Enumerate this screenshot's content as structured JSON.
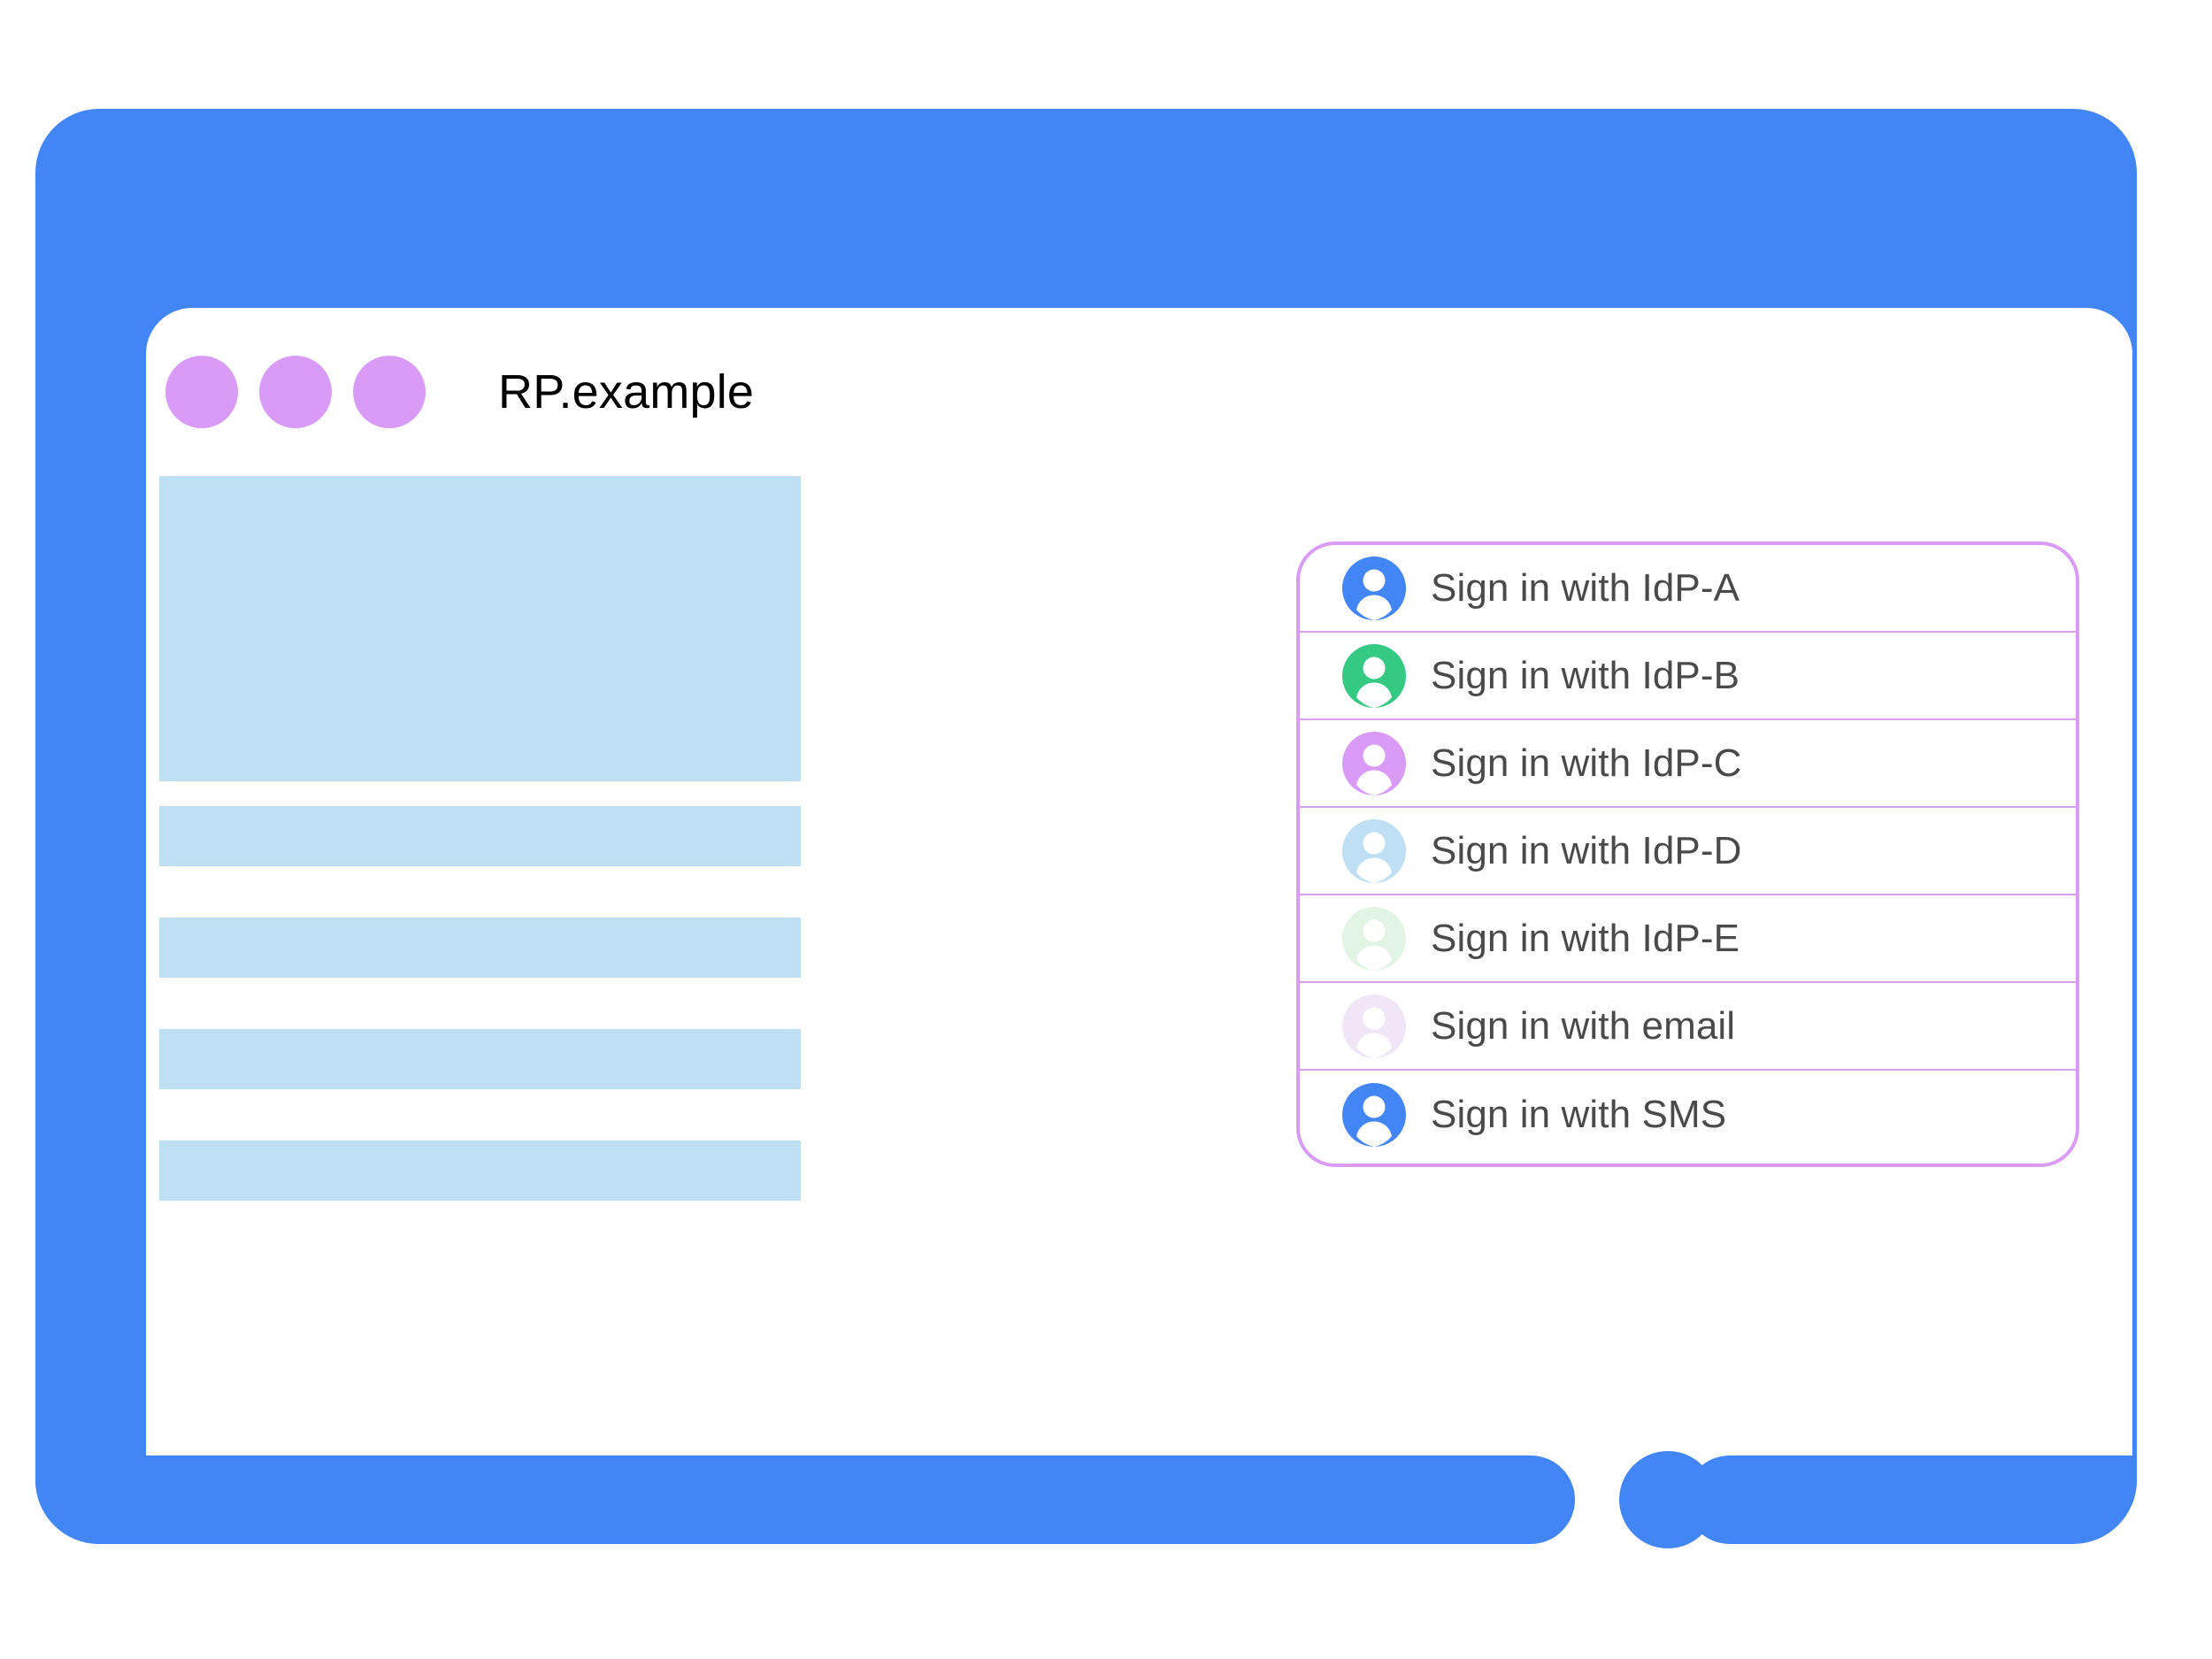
{
  "window": {
    "title": "RP.example",
    "traffic_dots": [
      "dot-1",
      "dot-2",
      "dot-3"
    ],
    "home_button": "home-button"
  },
  "colors": {
    "frame_blue": "#4285f4",
    "dot_purple": "#d99bf5",
    "block_blue": "#bfdff5",
    "panel_border": "#d99bf5",
    "divider": "#d9a0ee",
    "label_text": "#4a4a4a"
  },
  "content": {
    "placeholder_blocks": [
      {
        "name": "hero-placeholder",
        "kind": "hero"
      },
      {
        "name": "text-placeholder-1",
        "kind": "bar"
      },
      {
        "name": "text-placeholder-2",
        "kind": "bar"
      },
      {
        "name": "text-placeholder-3",
        "kind": "bar"
      },
      {
        "name": "text-placeholder-4",
        "kind": "bar"
      }
    ]
  },
  "signin_panel": {
    "name": "account-chooser-panel",
    "options": [
      {
        "label": "Sign in with IdP-A",
        "icon": "person-avatar-icon",
        "avatar_color": "#4285f4"
      },
      {
        "label": "Sign in with IdP-B",
        "icon": "person-avatar-icon",
        "avatar_color": "#34ca84"
      },
      {
        "label": "Sign in with IdP-C",
        "icon": "person-avatar-icon",
        "avatar_color": "#d99bf5"
      },
      {
        "label": "Sign in with IdP-D",
        "icon": "person-avatar-icon",
        "avatar_color": "#bfdff5"
      },
      {
        "label": "Sign in with IdP-E",
        "icon": "person-avatar-icon",
        "avatar_color": "#e2f5e4"
      },
      {
        "label": "Sign in with email",
        "icon": "person-avatar-icon",
        "avatar_color": "#f0e6f7"
      },
      {
        "label": "Sign in with SMS",
        "icon": "person-avatar-icon",
        "avatar_color": "#4285f4"
      }
    ]
  }
}
